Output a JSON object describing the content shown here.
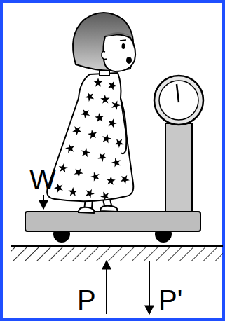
{
  "diagram": {
    "labels": [
      "W",
      "P",
      "P'"
    ]
  }
}
